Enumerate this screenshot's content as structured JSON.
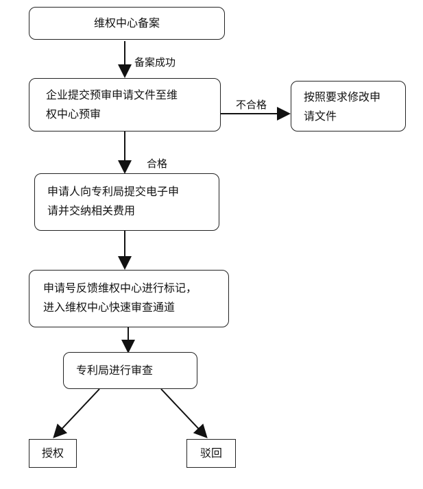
{
  "nodes": {
    "filing": "维权中心备案",
    "submit_pre_review": {
      "line1": "企业提交预审申请文件至维",
      "line2": "权中心预审"
    },
    "revise": {
      "line1": "按照要求修改申",
      "line2": "请文件"
    },
    "e_application": {
      "line1": "申请人向专利局提交电子申",
      "line2": "请并交纳相关费用"
    },
    "mark_fast_track": {
      "line1": "申请号反馈维权中心进行标记，",
      "line2": "进入维权中心快速审查通道"
    },
    "examination": "专利局进行审查",
    "grant": "授权",
    "reject": "驳回"
  },
  "edges": {
    "filing_success": "备案成功",
    "not_qualified": "不合格",
    "qualified": "合格"
  }
}
